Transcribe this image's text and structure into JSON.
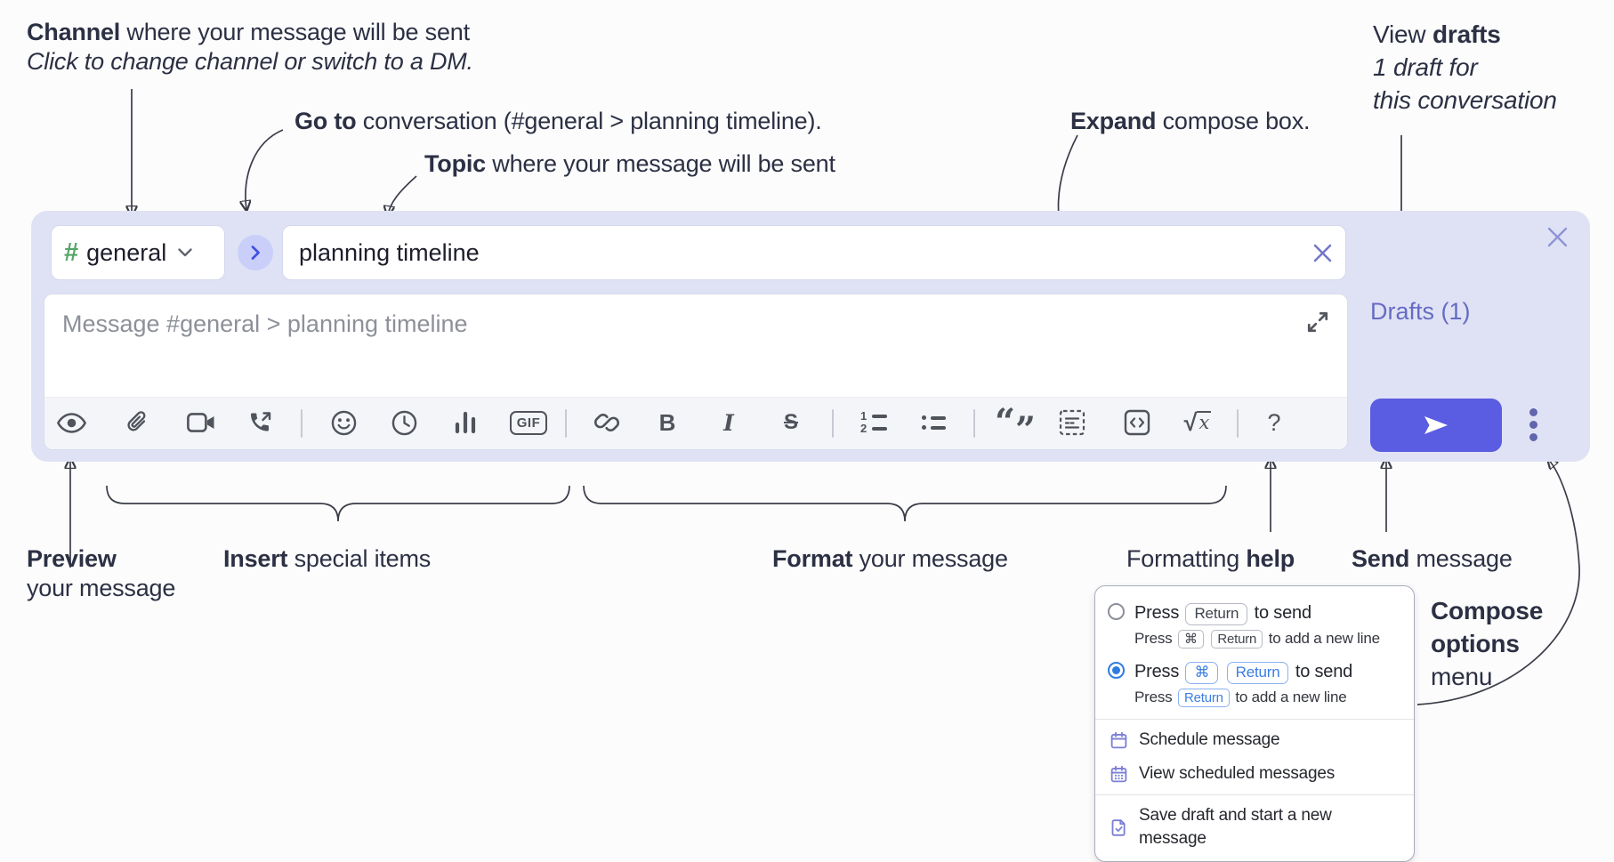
{
  "colors": {
    "compose_bg": "#dfe2f4",
    "accent_send": "#5a5ce1",
    "drafts_link": "#666bc4",
    "channel_green": "#55a568",
    "goto_blue": "#4150e2",
    "key_blue": "#3b7de2",
    "menu_icon_purple": "#7b7fd6",
    "toolbar_icon": "#4f535b",
    "annotation_ink": "#2c3043"
  },
  "annotations": {
    "channel": {
      "bold": "Channel",
      "rest": " where your message will be sent",
      "line2": "Click to change channel or switch to a DM."
    },
    "go_to": {
      "bold": "Go to",
      "rest": " conversation (#general > planning timeline)."
    },
    "topic": {
      "bold": "Topic",
      "rest": " where your message will be sent"
    },
    "expand": {
      "bold": "Expand",
      "rest": " compose box."
    },
    "view_drafts": {
      "regular": "View ",
      "bold": "drafts",
      "line2": "1 draft for",
      "line3": "this conversation"
    },
    "preview": {
      "bold": "Preview",
      "line2": "your message"
    },
    "insert": {
      "bold": "Insert",
      "rest": " special items"
    },
    "format": {
      "bold": "Format",
      "rest": " your message"
    },
    "formatting_help": {
      "regular": "Formatting ",
      "bold": "help"
    },
    "send": {
      "bold": "Send",
      "rest": " message"
    },
    "compose_options": {
      "line1": "Compose",
      "line2": "options",
      "line3": "menu"
    }
  },
  "compose": {
    "channel_hash": "#",
    "channel_name": "general",
    "topic_value": "planning timeline",
    "message_placeholder": "Message #general > planning timeline",
    "drafts_label": "Drafts (1)",
    "toolbar_glyphs": {
      "bold": "B",
      "italic": "I",
      "strikethrough": "S",
      "gif": "GIF",
      "ordered_1": "1",
      "ordered_2": "2",
      "quote_open": "“",
      "quote_close": "”",
      "formula_radical": "√",
      "formula_var": "x",
      "help": "?"
    }
  },
  "compose_menu": {
    "option_return": {
      "pre": "Press",
      "key": "Return",
      "post": "to send",
      "sub_pre": "Press",
      "sub_key_1": "⌘",
      "sub_key_2": "Return",
      "sub_post": "to add a new line"
    },
    "option_cmd_return": {
      "pre": "Press",
      "key_1": "⌘",
      "key_2": "Return",
      "post": "to send",
      "sub_pre": "Press",
      "sub_key": "Return",
      "sub_post": "to add a new line"
    },
    "items": {
      "schedule": "Schedule message",
      "view_scheduled": "View scheduled messages",
      "save_draft": "Save draft and start a new message"
    }
  }
}
